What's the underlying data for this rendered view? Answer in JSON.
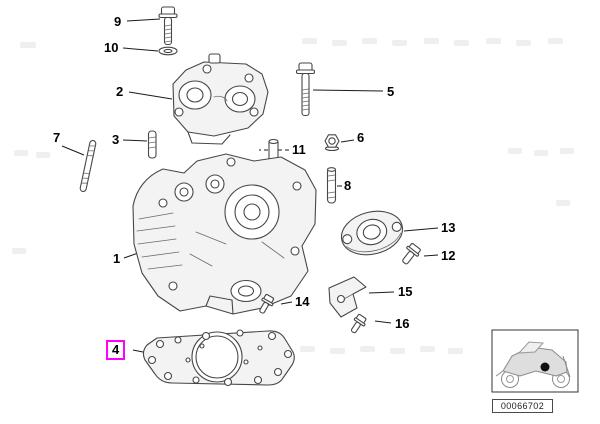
{
  "diagram": {
    "callouts": [
      {
        "label": "1"
      },
      {
        "label": "2"
      },
      {
        "label": "3"
      },
      {
        "label": "4"
      },
      {
        "label": "5"
      },
      {
        "label": "6"
      },
      {
        "label": "7"
      },
      {
        "label": "8"
      },
      {
        "label": "9"
      },
      {
        "label": "10"
      },
      {
        "label": "11"
      },
      {
        "label": "12"
      },
      {
        "label": "13"
      },
      {
        "label": "14"
      },
      {
        "label": "15"
      },
      {
        "label": "16"
      }
    ],
    "selected_callout": "4",
    "highlight_color": "#ff00ff"
  },
  "thumbnail": {
    "image_code": "00066702"
  }
}
